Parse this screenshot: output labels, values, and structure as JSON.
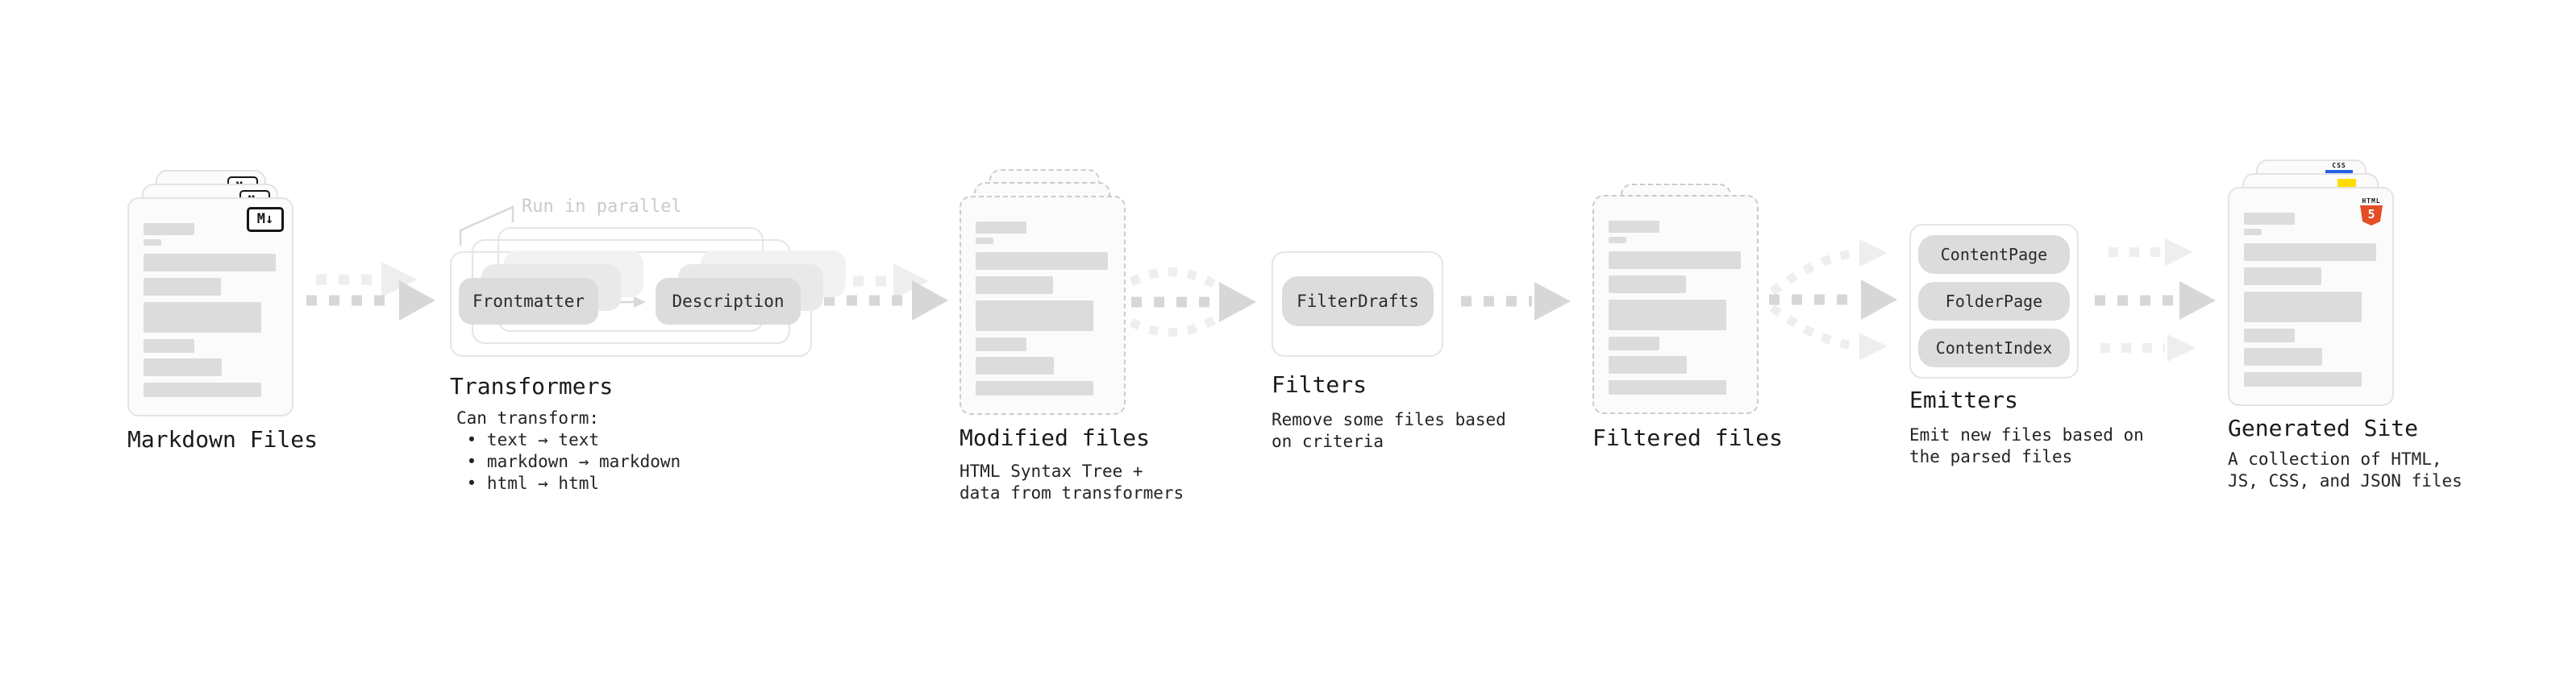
{
  "diagram": {
    "kind": "static-site-generator-pipeline",
    "colors": {
      "arrow_dark": "#d7d7d7",
      "arrow_light": "#eeeeee",
      "card_bg": "#fbfbfb",
      "card_border": "#e3e3e3",
      "dashed_border": "#cbcbcb",
      "bar": "#dcdcdc",
      "pill_bg": "#dcdcdc",
      "html5_orange": "#e44d26",
      "css_blue": "#2760e5",
      "js_yellow": "#ffdc00"
    }
  },
  "bar_pattern": [
    [
      18,
      30,
      63,
      15
    ],
    [
      18,
      50,
      22,
      8
    ],
    [
      18,
      68,
      164,
      22
    ],
    [
      18,
      98,
      96,
      22
    ],
    [
      18,
      128,
      146,
      38
    ],
    [
      18,
      174,
      63,
      17
    ],
    [
      18,
      198,
      97,
      22
    ],
    [
      18,
      228,
      146,
      18
    ]
  ],
  "nodes": {
    "markdown": {
      "title": "Markdown Files",
      "badge": "M↓"
    },
    "transformers": {
      "title": "Transformers",
      "note": "Run in parallel",
      "pill_frontmatter": "Frontmatter",
      "pill_description": "Description",
      "subtitle_lines": [
        "Can transform:",
        " • text → text",
        " • markdown → markdown",
        " • html → html"
      ]
    },
    "modified": {
      "title": "Modified files",
      "subtitle_lines": [
        "HTML Syntax Tree +",
        "data from transformers"
      ]
    },
    "filters": {
      "title": "Filters",
      "pill": "FilterDrafts",
      "subtitle_lines": [
        "Remove some files based",
        "on criteria"
      ]
    },
    "filtered": {
      "title": "Filtered files"
    },
    "emitters": {
      "title": "Emitters",
      "pills": [
        "ContentPage",
        "FolderPage",
        "ContentIndex"
      ],
      "subtitle_lines": [
        "Emit new files based on",
        "the parsed files"
      ]
    },
    "generated": {
      "title": "Generated Site",
      "subtitle_lines": [
        "A collection of HTML,",
        "JS, CSS, and JSON files"
      ],
      "badge_html_word": "HTML",
      "badge_html_number": "5",
      "badge_css": "CSS"
    }
  }
}
